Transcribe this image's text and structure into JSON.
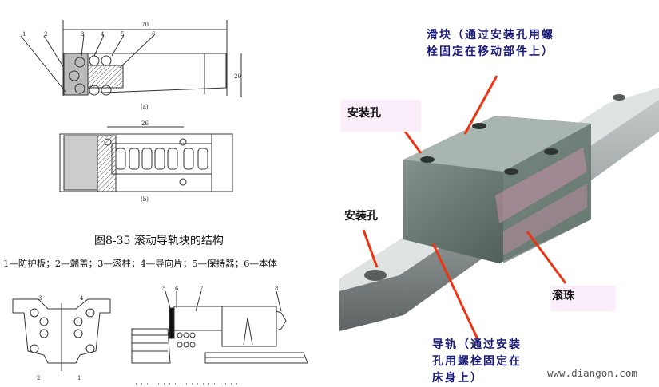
{
  "figure": {
    "caption": "图8-35  滚动导轨块的结构",
    "legend": "1—防护板；2—端盖；3—滚柱；4—导向片；5—保持器；6—本体",
    "drawing_a": {
      "sublabel": "(a)",
      "dim_width": "70",
      "dim_height": "20",
      "part_numbers": [
        "1",
        "2",
        "3",
        "4",
        "5",
        "6"
      ]
    },
    "drawing_b": {
      "sublabel": "(b)",
      "dim_pitch": "26"
    },
    "drawing_c": {
      "part_numbers": [
        "3",
        "4",
        "2",
        "1"
      ]
    },
    "drawing_d": {
      "part_numbers": [
        "5",
        "6",
        "7",
        "8"
      ]
    }
  },
  "photo": {
    "slider_label": "滑块（通过安装孔用螺栓固定在移动部件上）",
    "slider_label_lines": [
      "滑块（通过安装孔用螺",
      "栓固定在移动部件上）"
    ],
    "mount_hole_top": "安装孔",
    "mount_hole_left": "安装孔",
    "balls_label": "滚珠",
    "rail_label_lines": [
      "导轨（通过安装",
      "孔用螺栓固定在",
      "床身上）"
    ],
    "watermark": "www.diangon.com",
    "arrow_color": "#ee3311",
    "label_color": "#1a1a7a"
  }
}
